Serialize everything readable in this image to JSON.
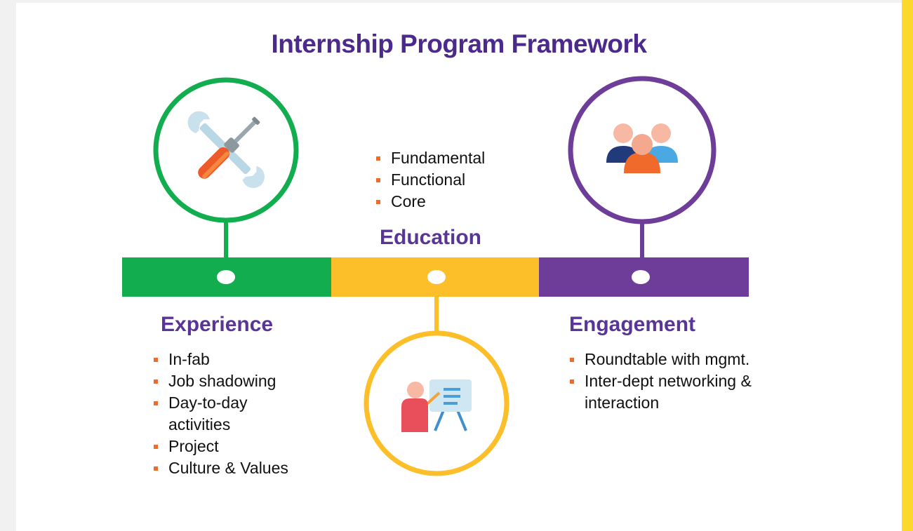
{
  "title": "Internship Program Framework",
  "colors": {
    "experience": "#12ad4f",
    "education": "#fcbf2a",
    "engagement": "#6e3c99",
    "title": "#4b2a8c",
    "bullet": "#ef6b2a",
    "side_stripe": "#fcd82c"
  },
  "sections": {
    "experience": {
      "title": "Experience",
      "icon": "tools-icon",
      "items": [
        "In-fab",
        "Job shadowing",
        "Day-to-day activities",
        "Project",
        "Culture & Values"
      ]
    },
    "education": {
      "title": "Education",
      "icon": "presentation-icon",
      "items": [
        "Fundamental",
        "Functional",
        "Core"
      ]
    },
    "engagement": {
      "title": "Engagement",
      "icon": "people-group-icon",
      "items": [
        "Roundtable with mgmt.",
        "Inter-dept networking & interaction"
      ]
    }
  }
}
